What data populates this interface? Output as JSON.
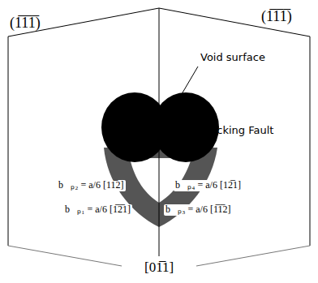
{
  "diagram": {
    "labels": [
      "(1̅1̅1̅)",
      "(1̅1̅1̅)",
      "Void surface",
      "Stacking Fault",
      "b⃗ₚ₂ = a/6 [11̅2]",
      "b⃗ₚ₄ = a/6 [12̅1]",
      "b⃗ₚ₁ = a/6 [1̅2̅1]",
      "b⃗ₚ₃ = a/6 [1̅1̅2]",
      "[01̅1]"
    ]
  }
}
